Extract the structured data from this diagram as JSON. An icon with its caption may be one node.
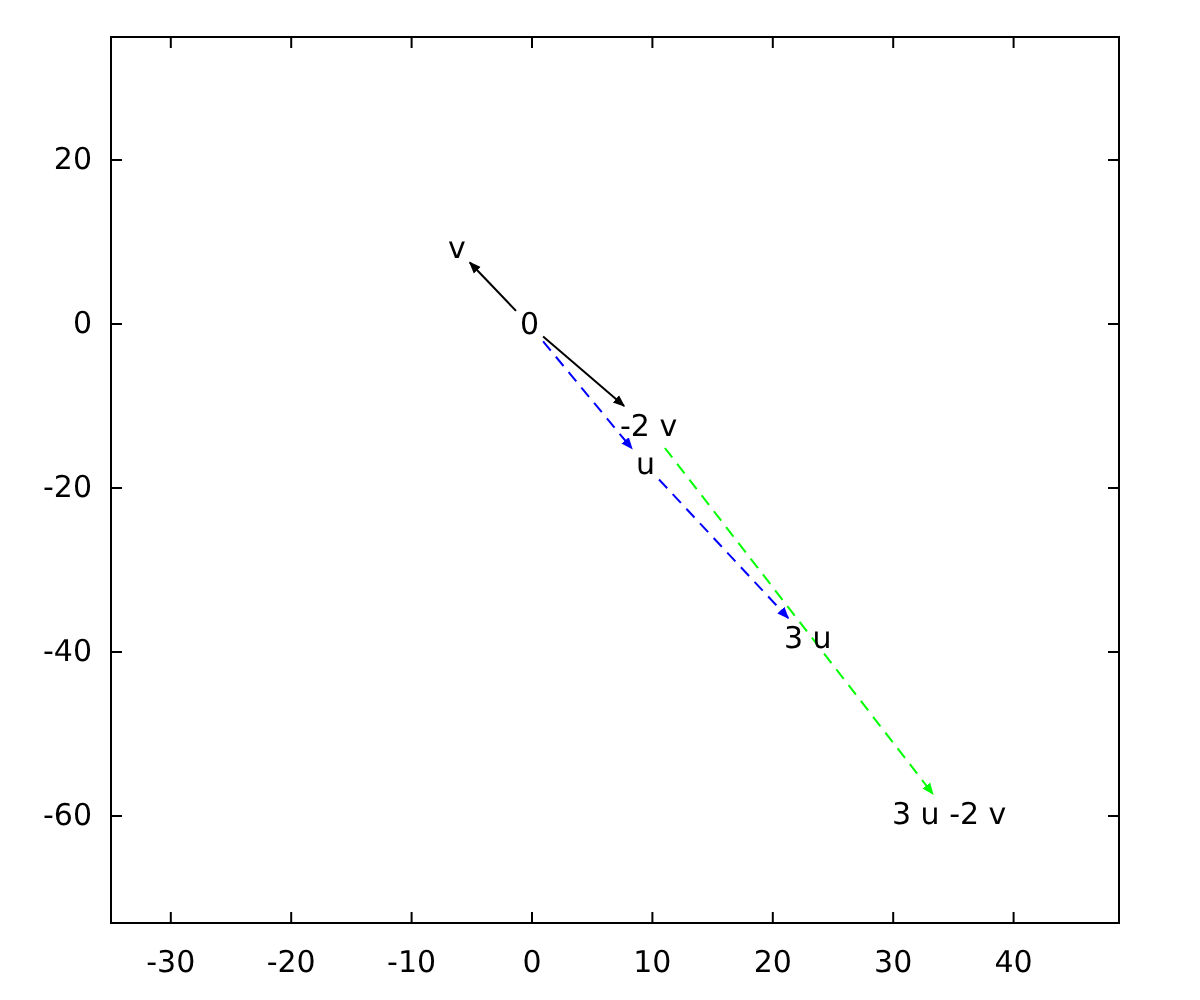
{
  "diagram": {
    "nodes": [
      {
        "text": [
          "v"
        ]
      },
      {
        "text": [
          "0"
        ]
      },
      {
        "text": [
          "-2 v"
        ]
      },
      {
        "text": [
          "u"
        ]
      },
      {
        "text": [
          "3 u"
        ]
      },
      {
        "text": [
          "3 u -2 v"
        ]
      }
    ],
    "edges": [
      {
        "from": 1,
        "to": 0,
        "arrow": "to"
      },
      {
        "from": 1,
        "to": 2,
        "arrow": "to"
      },
      {
        "from": 1,
        "to": 3,
        "arrow": "to",
        "style": "dashed",
        "color": "#0000ff"
      },
      {
        "from": 3,
        "to": 4,
        "arrow": "to",
        "style": "dashed",
        "color": "#0000ff"
      },
      {
        "from": 2,
        "to": 5,
        "arrow": "to",
        "style": "dashed",
        "color": "#00ff00"
      }
    ],
    "labels": [
      "20",
      "0",
      "-20",
      "-40",
      "-60",
      "-30",
      "-20",
      "-10",
      "0",
      "10",
      "20",
      "30",
      "40"
    ]
  }
}
